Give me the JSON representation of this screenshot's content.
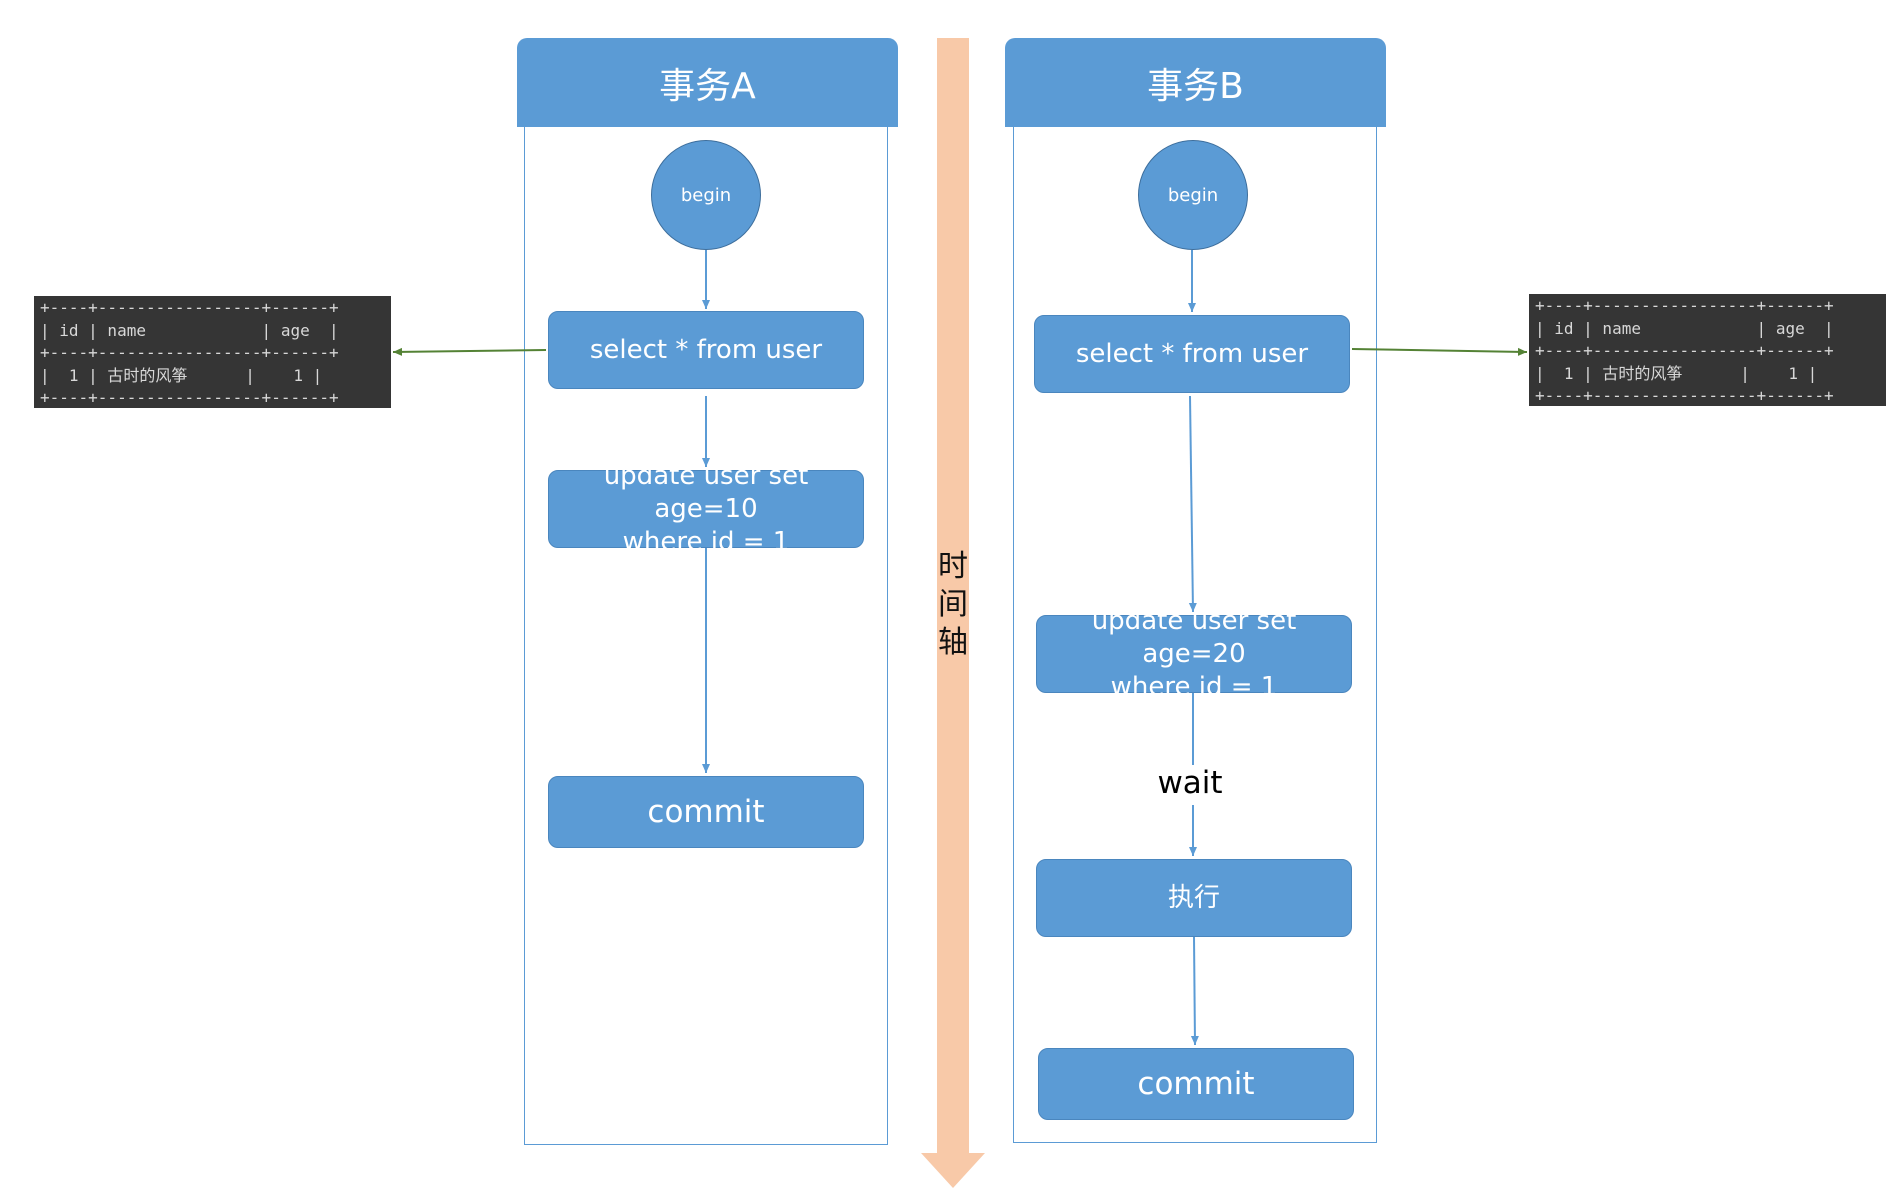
{
  "timeline": {
    "label": "时\n间\n轴",
    "color": "#f8c9a8"
  },
  "transaction_a": {
    "title": "事务A",
    "begin": "begin",
    "steps": [
      "select * from user",
      "update user set age=10\nwhere id = 1",
      "commit"
    ]
  },
  "transaction_b": {
    "title": "事务B",
    "begin": "begin",
    "steps": [
      "select * from user",
      "update user set age=20\nwhere id = 1",
      "执行",
      "commit"
    ],
    "wait_label": "wait"
  },
  "result_table_left": {
    "lines": [
      "+----+-----------------+------+",
      "| id | name            | age  |",
      "+----+-----------------+------+",
      "|  1 | 古时的风筝      |    1 |",
      "+----+-----------------+------+"
    ]
  },
  "result_table_right": {
    "lines": [
      "+----+-----------------+------+",
      "| id | name            | age  |",
      "+----+-----------------+------+",
      "|  1 | 古时的风筝      |    1 |",
      "+----+-----------------+------+"
    ]
  },
  "colors": {
    "primary": "#5b9bd5",
    "terminal_bg": "#353535",
    "result_arrow": "#548235",
    "timeline": "#f8c9a8"
  }
}
